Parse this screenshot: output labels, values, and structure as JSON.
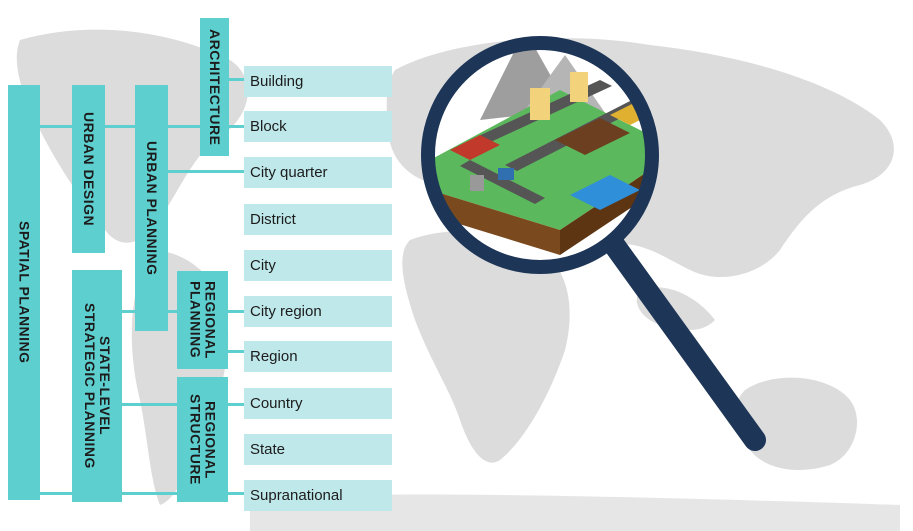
{
  "vertical_categories": [
    {
      "id": "architecture",
      "label": "ARCHITECTURE"
    },
    {
      "id": "urban-design",
      "label": "URBAN DESIGN"
    },
    {
      "id": "urban-planning",
      "label": "URBAN PLANNING"
    },
    {
      "id": "spatial-planning",
      "label": "SPATIAL PLANNING"
    },
    {
      "id": "regional-planning",
      "label": "REGIONAL\nPLANNING"
    },
    {
      "id": "state-level",
      "label": "STATE-LEVEL\nSTRATEGIC PLANNING"
    },
    {
      "id": "regional-structure",
      "label": "REGIONAL\nSTRUCTURE"
    }
  ],
  "levels": [
    "Building",
    "Block",
    "City quarter",
    "District",
    "City",
    "City region",
    "Region",
    "Country",
    "State",
    "Supranational"
  ],
  "colors": {
    "category": "#5ecfcf",
    "level": "#bfe8ea",
    "map": "#d9d9d9",
    "magnifier": "#1d3557"
  }
}
